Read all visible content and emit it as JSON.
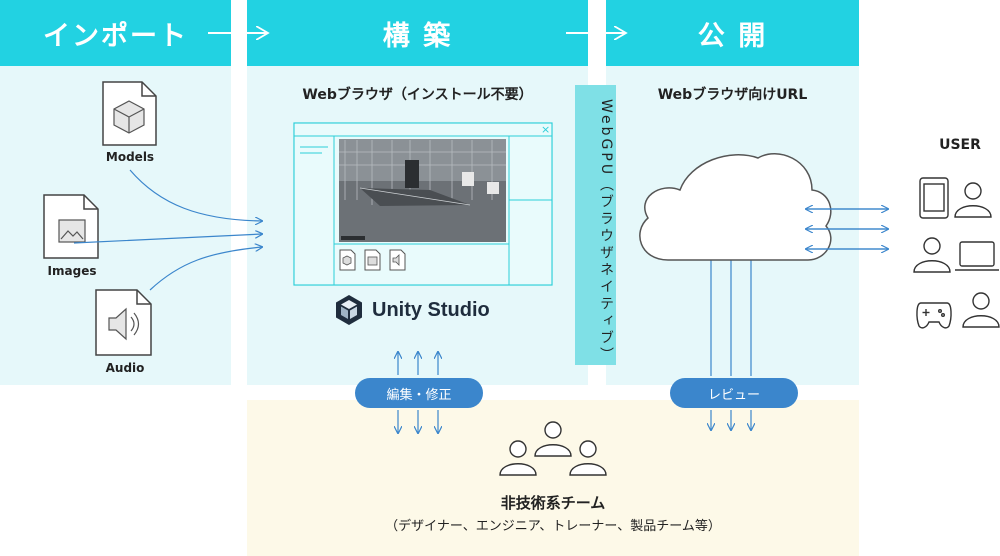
{
  "headers": {
    "import": "インポート",
    "build": "構 築",
    "publish": "公 開"
  },
  "import": {
    "models_label": "Models",
    "images_label": "Images",
    "audio_label": "Audio"
  },
  "build": {
    "subtitle": "Webブラウザ（インストール不要）",
    "brand": "Unity Studio",
    "edit_pill": "編集・修正"
  },
  "webgpu": {
    "label": "WebGPU（ブラウザネイティブ）"
  },
  "publish": {
    "subtitle": "Webブラウザ向けURL",
    "review_pill": "レビュー"
  },
  "user": {
    "title": "USER"
  },
  "team": {
    "title": "非技術系チーム",
    "subtitle": "（デザイナー、エンジニア、トレーナー、製品チーム等）"
  },
  "colors": {
    "header": "#22d2e2",
    "column_bg": "#e6f8fa",
    "team_bg": "#fdf9e8",
    "pill": "#3b86cc",
    "arrow": "#3b86cc"
  }
}
